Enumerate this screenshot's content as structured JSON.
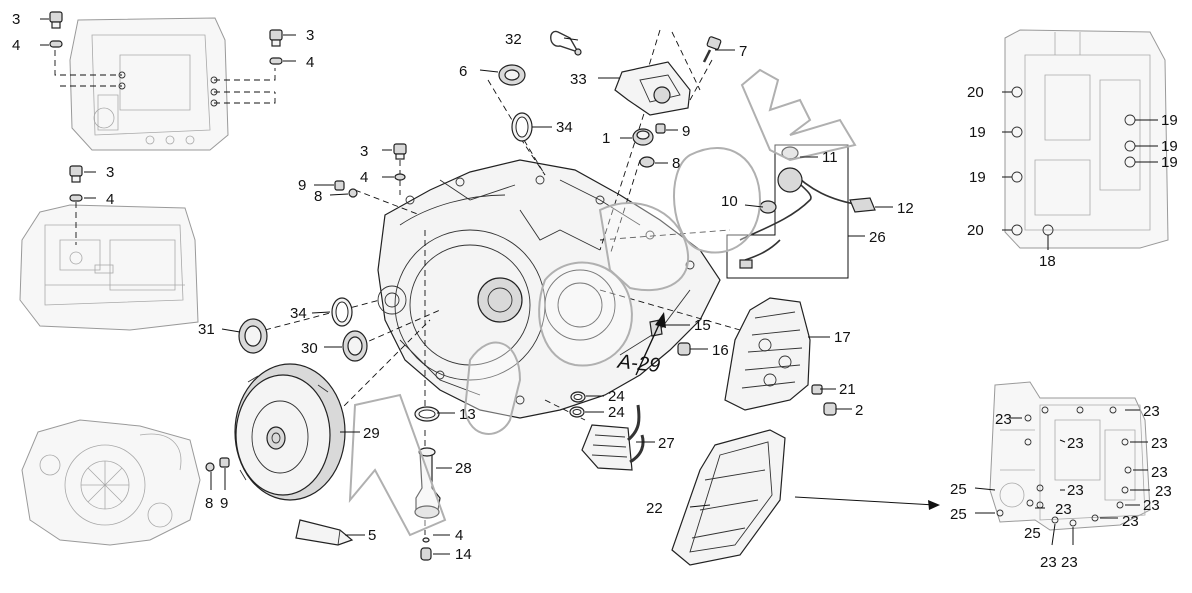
{
  "diagram": {
    "callouts": [
      "1",
      "2",
      "3",
      "4",
      "5",
      "6",
      "7",
      "8",
      "9",
      "10",
      "11",
      "12",
      "13",
      "14",
      "15",
      "16",
      "17",
      "18",
      "19",
      "20",
      "21",
      "22",
      "23",
      "24",
      "25",
      "26",
      "27",
      "28",
      "29",
      "30",
      "31",
      "32",
      "33",
      "34"
    ],
    "reference_label": "A-29",
    "colors": {
      "line": "#111111",
      "part_fill": "#f4f4f4",
      "ghost_line": "#9a9a9a",
      "watermark": "#b5b5b5"
    }
  }
}
